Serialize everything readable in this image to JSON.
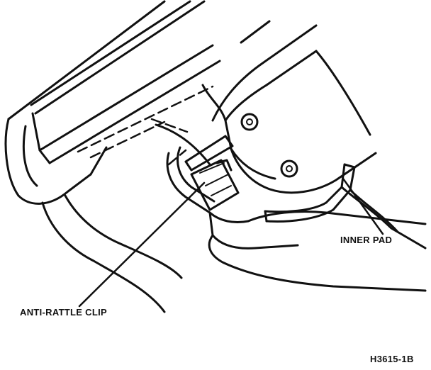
{
  "labels": {
    "inner_pad": "INNER PAD",
    "anti_rattle_clip": "ANTI-RATTLE CLIP",
    "figure_code": "H3615-1B"
  }
}
